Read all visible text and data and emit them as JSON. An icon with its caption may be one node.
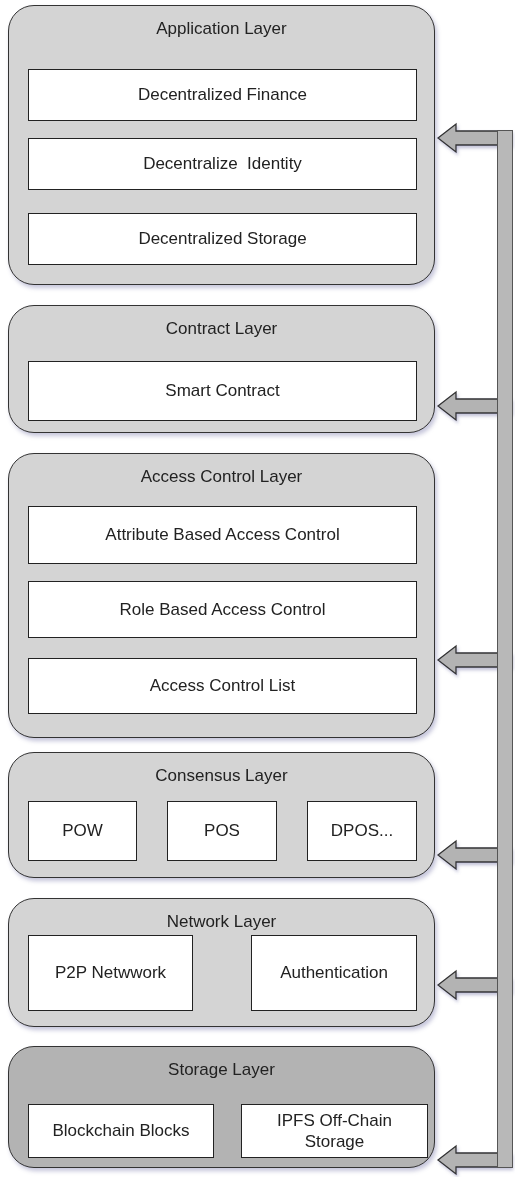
{
  "diagram": {
    "nodes": [
      {
        "text": [
          "Application Layer"
        ]
      },
      {
        "text": [
          "Decentralized Finance"
        ],
        "in": 0
      },
      {
        "text": [
          "Decentralize  Identity"
        ],
        "in": 0
      },
      {
        "text": [
          "Decentralized Storage"
        ],
        "in": 0
      },
      {
        "text": [
          "Contract Layer"
        ]
      },
      {
        "text": [
          "Smart Contract"
        ],
        "in": 4
      },
      {
        "text": [
          "Access Control Layer"
        ]
      },
      {
        "text": [
          "Attribute Based Access Control"
        ],
        "in": 6
      },
      {
        "text": [
          "Role Based Access Control"
        ],
        "in": 6
      },
      {
        "text": [
          "Access Control List"
        ],
        "in": 6
      },
      {
        "text": [
          "Consensus Layer"
        ]
      },
      {
        "text": [
          "POW"
        ],
        "in": 10
      },
      {
        "text": [
          "POS"
        ],
        "in": 10
      },
      {
        "text": [
          "DPOS..."
        ],
        "in": 10
      },
      {
        "text": [
          "Network Layer"
        ]
      },
      {
        "text": [
          "P2P Netwwork"
        ],
        "in": 14
      },
      {
        "text": [
          "Authentication"
        ],
        "in": 14
      },
      {
        "text": [
          "Storage Layer"
        ]
      },
      {
        "text": [
          "Blockchain Blocks"
        ],
        "in": 17
      },
      {
        "text": [
          "IPFS Off-Chain Storage"
        ],
        "in": 17
      },
      {
        "text": [],
        "shape": "bar"
      }
    ],
    "edges": [
      {
        "from": 20,
        "to": 0,
        "arrow": "to"
      },
      {
        "from": 20,
        "to": 4,
        "arrow": "to"
      },
      {
        "from": 20,
        "to": 6,
        "arrow": "to"
      },
      {
        "from": 20,
        "to": 10,
        "arrow": "to"
      },
      {
        "from": 20,
        "to": 14,
        "arrow": "to"
      },
      {
        "from": 20,
        "to": 17,
        "arrow": "to"
      }
    ]
  }
}
